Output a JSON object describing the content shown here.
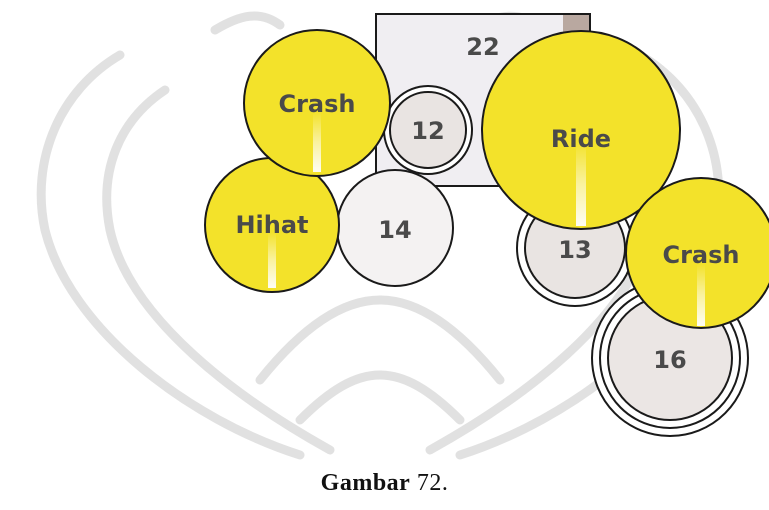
{
  "colors": {
    "cymbal": "#f3e22a",
    "cymbal_highlight": "#fff9c4",
    "drum": "#e9e4e2",
    "outline": "#1a1a1a",
    "label": "#4a4a4a",
    "watermark": "#d6d6d6",
    "bass_corner": "#b9a8a0"
  },
  "drums": {
    "bass": {
      "label": "22"
    },
    "tom_12": {
      "label": "12"
    },
    "floor_14": {
      "label": "14"
    },
    "tom_13": {
      "label": "13"
    },
    "floor_16": {
      "label": "16"
    }
  },
  "cymbals": {
    "crash_left": {
      "label": "Crash"
    },
    "hihat": {
      "label": "Hihat"
    },
    "ride": {
      "label": "Ride"
    },
    "crash_right": {
      "label": "Crash"
    }
  },
  "caption": {
    "word": "Gambar",
    "number": "72."
  }
}
